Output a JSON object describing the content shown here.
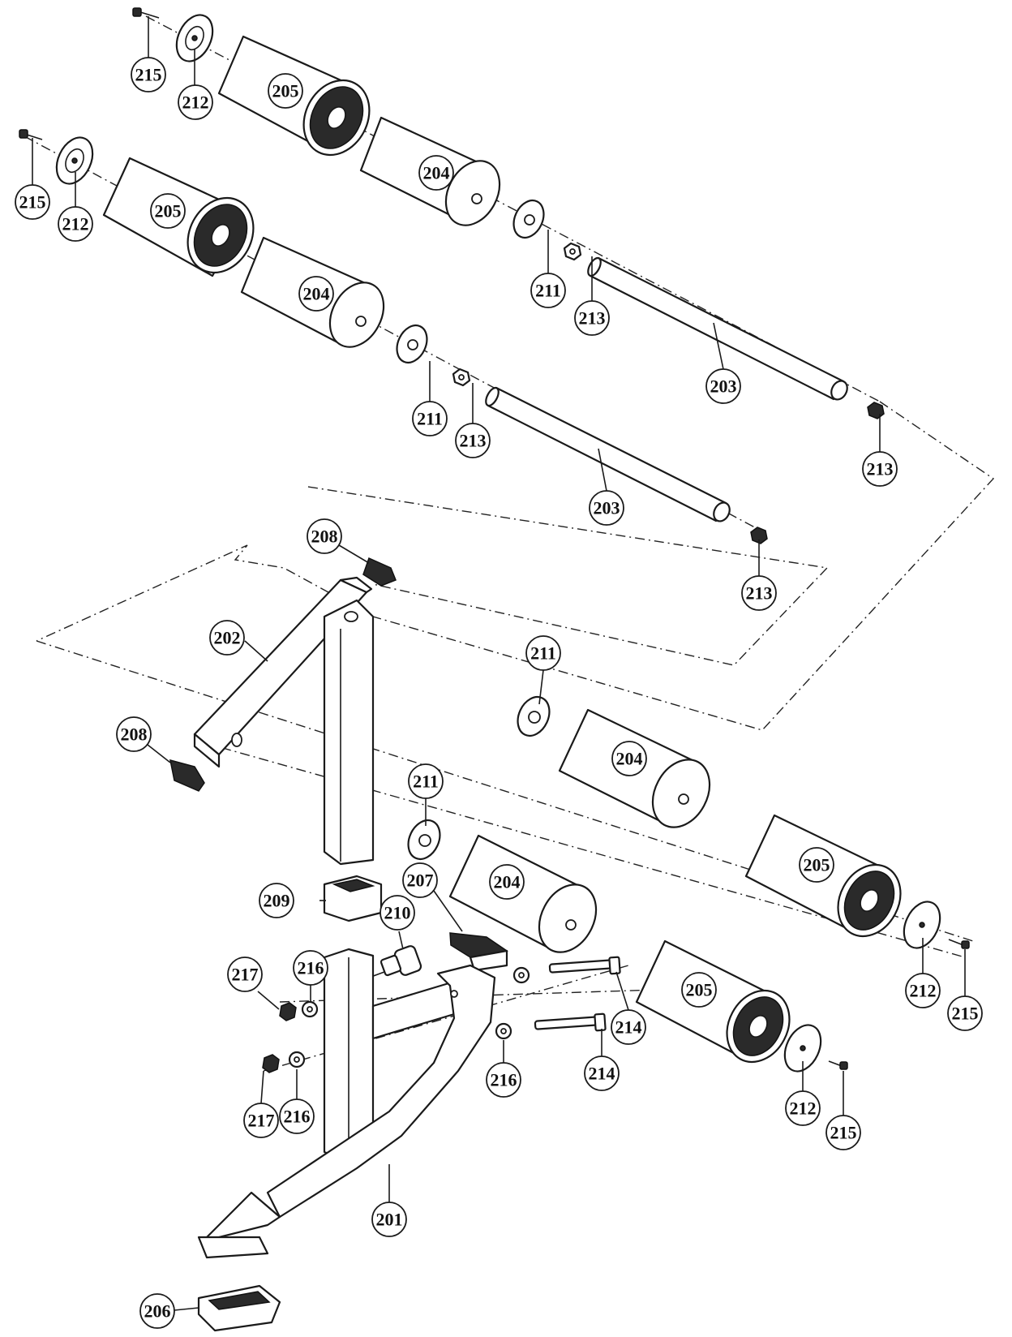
{
  "callouts": [
    {
      "label": "215"
    },
    {
      "label": "212"
    },
    {
      "label": "205"
    },
    {
      "label": "204"
    },
    {
      "label": "215"
    },
    {
      "label": "212"
    },
    {
      "label": "205"
    },
    {
      "label": "204"
    },
    {
      "label": "211"
    },
    {
      "label": "213"
    },
    {
      "label": "203"
    },
    {
      "label": "213"
    },
    {
      "label": "211"
    },
    {
      "label": "213"
    },
    {
      "label": "203"
    },
    {
      "label": "213"
    },
    {
      "label": "208"
    },
    {
      "label": "202"
    },
    {
      "label": "208"
    },
    {
      "label": "211"
    },
    {
      "label": "204"
    },
    {
      "label": "211"
    },
    {
      "label": "207"
    },
    {
      "label": "204"
    },
    {
      "label": "205"
    },
    {
      "label": "209"
    },
    {
      "label": "210"
    },
    {
      "label": "217"
    },
    {
      "label": "216"
    },
    {
      "label": "214"
    },
    {
      "label": "205"
    },
    {
      "label": "212"
    },
    {
      "label": "215"
    },
    {
      "label": "214"
    },
    {
      "label": "216"
    },
    {
      "label": "217"
    },
    {
      "label": "216"
    },
    {
      "label": "212"
    },
    {
      "label": "215"
    },
    {
      "label": "201"
    },
    {
      "label": "206"
    }
  ]
}
